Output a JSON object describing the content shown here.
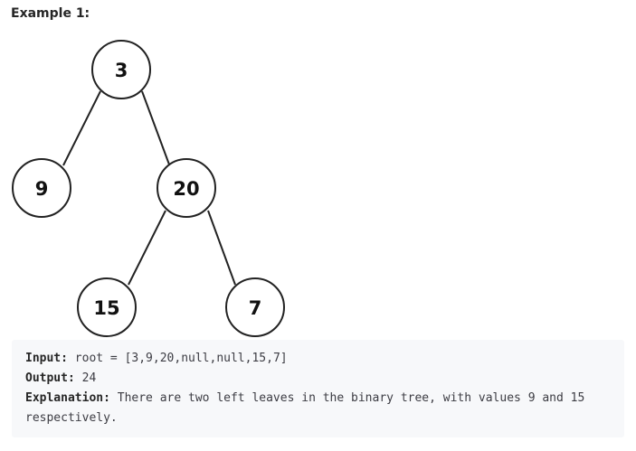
{
  "example": {
    "heading": "Example 1:"
  },
  "tree": {
    "nodes": [
      {
        "id": "n3",
        "label": "3"
      },
      {
        "id": "n9",
        "label": "9"
      },
      {
        "id": "n20",
        "label": "20"
      },
      {
        "id": "n15",
        "label": "15"
      },
      {
        "id": "n7",
        "label": "7"
      }
    ],
    "edges": [
      [
        "n3",
        "n9"
      ],
      [
        "n3",
        "n20"
      ],
      [
        "n20",
        "n15"
      ],
      [
        "n20",
        "n7"
      ]
    ]
  },
  "io": {
    "input_label": "Input:",
    "input_value": " root = [3,9,20,null,null,15,7]",
    "output_label": "Output:",
    "output_value": " 24",
    "explanation_label": "Explanation:",
    "explanation_value": " There are two left leaves in the binary tree, with values 9 and 15 respectively."
  }
}
